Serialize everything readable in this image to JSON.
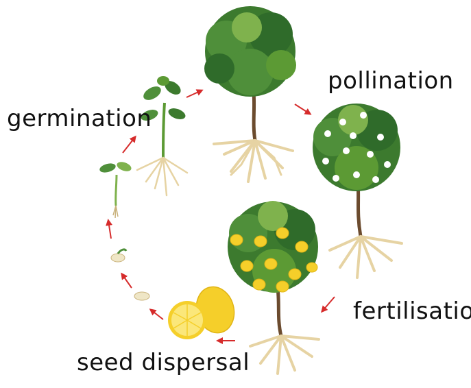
{
  "labels": {
    "germination": "germination",
    "pollination": "pollination",
    "fertilisation": "fertilisation",
    "seed_dispersal": "seed dispersal"
  },
  "colors": {
    "arrow": "#d62b2b",
    "leaf_dark": "#2f6b2a",
    "leaf_mid": "#4f8f3a",
    "leaf_light": "#7fb24d",
    "trunk": "#6b4b2e",
    "root": "#e6d3a3",
    "root_stroke": "#c9b27c",
    "lemon": "#f5cf2a",
    "lemon_light": "#fbe77a",
    "flower": "#ffffff"
  }
}
